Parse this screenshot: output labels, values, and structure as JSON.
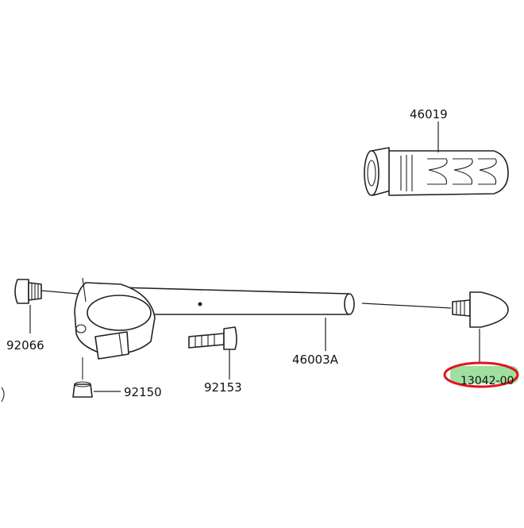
{
  "parts": {
    "grip": "46019",
    "end_cap_plug": "92066",
    "handlebar": "46003A",
    "clamp_bolt": "92153",
    "pinch_bolt": "92150",
    "bar_end_weight": "13042-00"
  },
  "highlight": {
    "fill_color": "#9fe0a0",
    "ring_color": "#e0141e"
  }
}
